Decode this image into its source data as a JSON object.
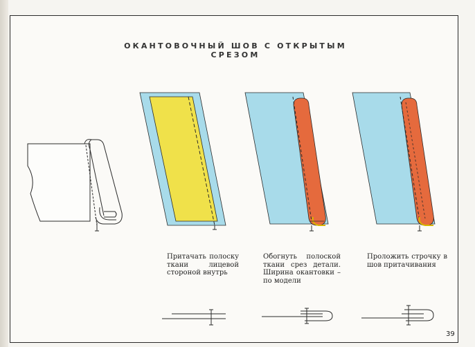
{
  "title": "ОКАНТОВОЧНЫЙ ШОВ С ОТКРЫТЫМ СРЕЗОМ",
  "steps": [
    {
      "text": "Притачать полоску ткани лицевой стороной внутрь"
    },
    {
      "text": "Обогнуть полоской ткани срез детали. Ширина окантовки – по модели"
    },
    {
      "text": "Проложить строчку в шов притачивания"
    }
  ],
  "page_number": "39",
  "colors": {
    "fabric_blue": "#a8dbea",
    "strip_yellow": "#f0e14a",
    "strip_red": "#e56a3d",
    "line": "#2a2a2a"
  }
}
